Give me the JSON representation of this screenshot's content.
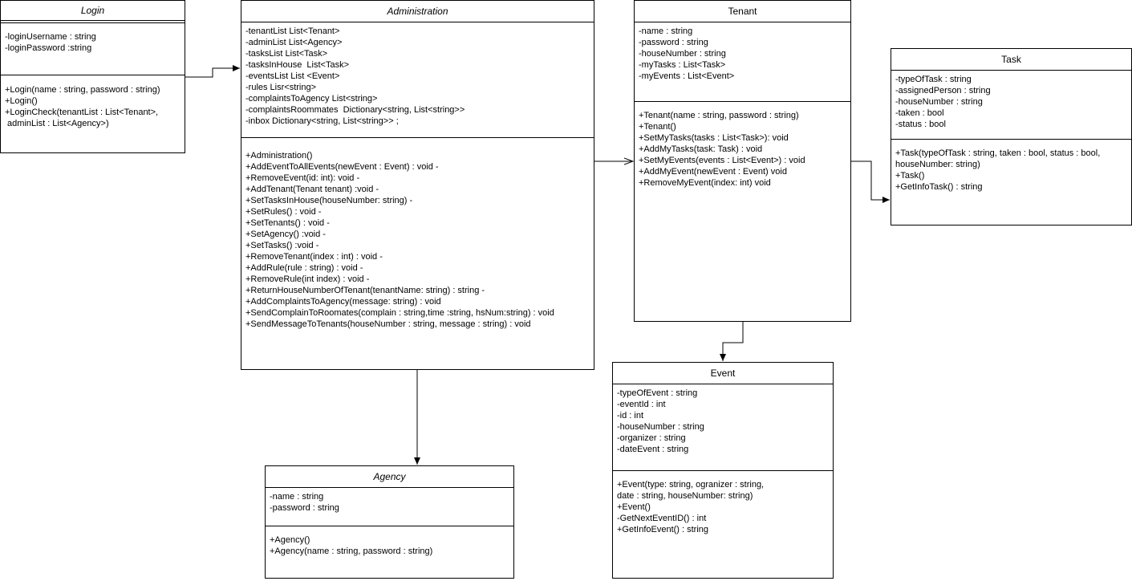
{
  "classes": {
    "login": {
      "name": "Login",
      "attributes": [
        "-loginUsername : string",
        "-loginPassword :string"
      ],
      "methods": [
        "+Login(name : string, password : string)",
        "+Login()",
        "+LoginCheck(tenantList : List<Tenant>,",
        " adminList : List<Agency>)"
      ]
    },
    "administration": {
      "name": "Administration",
      "attributes": [
        "-tenantList List<Tenant>",
        "-adminList List<Agency>",
        "-tasksList List<Task>",
        "-tasksInHouse  List<Task>",
        "-eventsList List <Event>",
        "-rules Lisr<string>",
        "-complaintsToAgency List<string>",
        "-complaintsRoommates  Dictionary<string, List<string>>",
        "-inbox Dictionary<string, List<string>> ;"
      ],
      "methods": [
        "+Administration()",
        "+AddEventToAllEvents(newEvent : Event) : void -",
        "+RemoveEvent(id: int): void -",
        "+AddTenant(Tenant tenant) :void -",
        "+SetTasksInHouse(houseNumber: string) -",
        "+SetRules() : void -",
        "+SetTenants() : void -",
        "+SetAgency() :void -",
        "+SetTasks() :void -",
        "+RemoveTenant(index : int) : void -",
        "+AddRule(rule : string) : void -",
        "+RemoveRule(int index) : void -",
        "+ReturnHouseNumberOfTenant(tenantName: string) : string -",
        "+AddComplaintsToAgency(message: string) : void",
        "+SendComplainToRoomates(complain : string,time :string, hsNum:string) : void",
        "+SendMessageToTenants(houseNumber : string, message : string) : void"
      ]
    },
    "tenant": {
      "name": "Tenant",
      "attributes": [
        "-name : string",
        "-password : string",
        "-houseNumber : string",
        "-myTasks : List<Task>",
        "-myEvents : List<Event>"
      ],
      "methods": [
        "+Tenant(name : string, password : string)",
        "+Tenant()",
        "+SetMyTasks(tasks : List<Task>): void",
        "+AddMyTasks(task: Task) : void",
        "+SetMyEvents(events : List<Event>) : void",
        "+AddMyEvent(newEvent : Event) void",
        "+RemoveMyEvent(index: int) void"
      ]
    },
    "task": {
      "name": "Task",
      "attributes": [
        "-typeOfTask : string",
        "-assignedPerson : string",
        "-houseNumber : string",
        "-taken : bool",
        "-status : bool"
      ],
      "methods": [
        "+Task(typeOfTask : string, taken : bool, status : bool,",
        "houseNumber: string)",
        "+Task()",
        "+GetInfoTask() : string"
      ]
    },
    "agency": {
      "name": "Agency",
      "attributes": [
        "-name : string",
        "-password : string"
      ],
      "methods": [
        "+Agency()",
        "+Agency(name : string, password : string)"
      ]
    },
    "event": {
      "name": "Event",
      "attributes": [
        "-typeOfEvent : string",
        "-eventId : int",
        "-id : int",
        "-houseNumber : string",
        "-organizer : string",
        "-dateEvent : string"
      ],
      "methods": [
        "+Event(type: string, ogranizer : string,",
        "date : string, houseNumber: string)",
        "+Event()",
        "-GetNextEventID() : int",
        "+GetInfoEvent() : string"
      ]
    }
  }
}
